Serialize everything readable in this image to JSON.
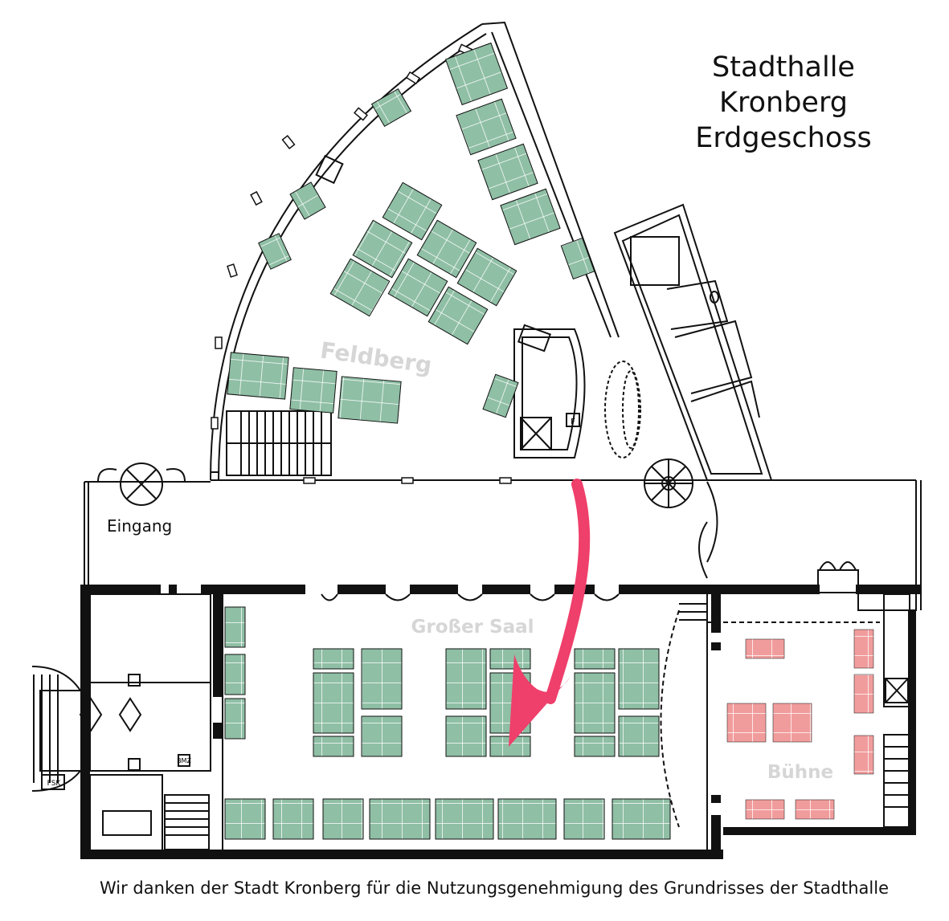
{
  "title": {
    "line1": "Stadthalle",
    "line2": "Kronberg",
    "line3": "Erdgeschoss"
  },
  "rooms": {
    "feldberg": "Feldberg",
    "grosser_saal": "Großer Saal",
    "buehne": "Bühne",
    "eingang": "Eingang"
  },
  "small_labels": {
    "fsk": "FSK",
    "bmz": "BMZ",
    "f": "F"
  },
  "caption": "Wir danken der Stadt Kronberg für die Nutzungsgenehmigung des Grundrisses der Stadthalle",
  "colors": {
    "table_green": "#8fbfa5",
    "stage_red": "#f19c9c",
    "arrow_pink": "#ef3f6b",
    "wall": "#111111",
    "label_grey": "#d6d6d6"
  }
}
